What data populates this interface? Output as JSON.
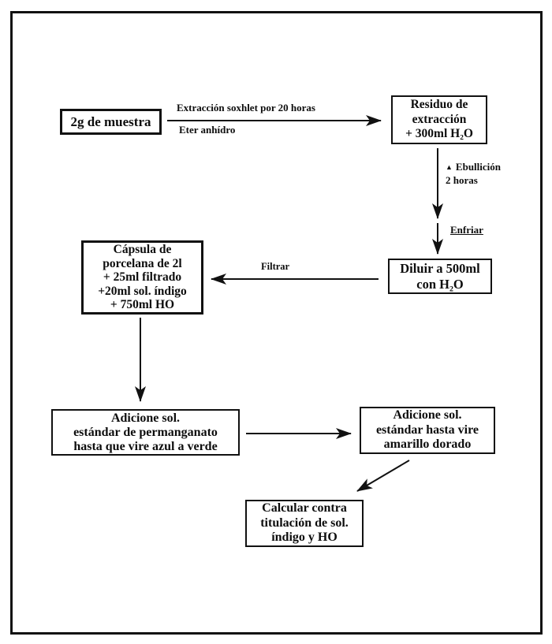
{
  "colors": {
    "ink": "#111111",
    "background": "#ffffff"
  },
  "diagram": {
    "nodes": {
      "sample": {
        "lines": [
          "2g de muestra"
        ]
      },
      "residue": {
        "lines": [
          "Residuo de",
          "extracción",
          "+ 300ml H₂O"
        ]
      },
      "dilute": {
        "lines": [
          "Diluir a 500ml",
          "con H₂O"
        ]
      },
      "capsule": {
        "lines": [
          "Cápsula de",
          "porcelana de 2l",
          "+ 25ml filtrado",
          "+20ml sol. índigo",
          "+ 750ml HO"
        ]
      },
      "permanganate": {
        "lines": [
          "Adicione sol.",
          "estándar de permanganato",
          "hasta que vire azul a verde"
        ]
      },
      "vire_gold": {
        "lines": [
          "Adicione sol.",
          "estándar hasta vire",
          "amarillo dorado"
        ]
      },
      "calculate": {
        "lines": [
          "Calcular contra",
          "titulación de sol.",
          "índigo y HO"
        ]
      }
    },
    "edge_labels": {
      "extraction_top": "Extracción soxhlet por 20 horas",
      "extraction_bottom": "Eter anhídro",
      "boil_icon": "▲",
      "boil_line1": "Ebullición",
      "boil_line2": "2 horas",
      "cool": "Enfriar",
      "filter": "Filtrar"
    }
  }
}
